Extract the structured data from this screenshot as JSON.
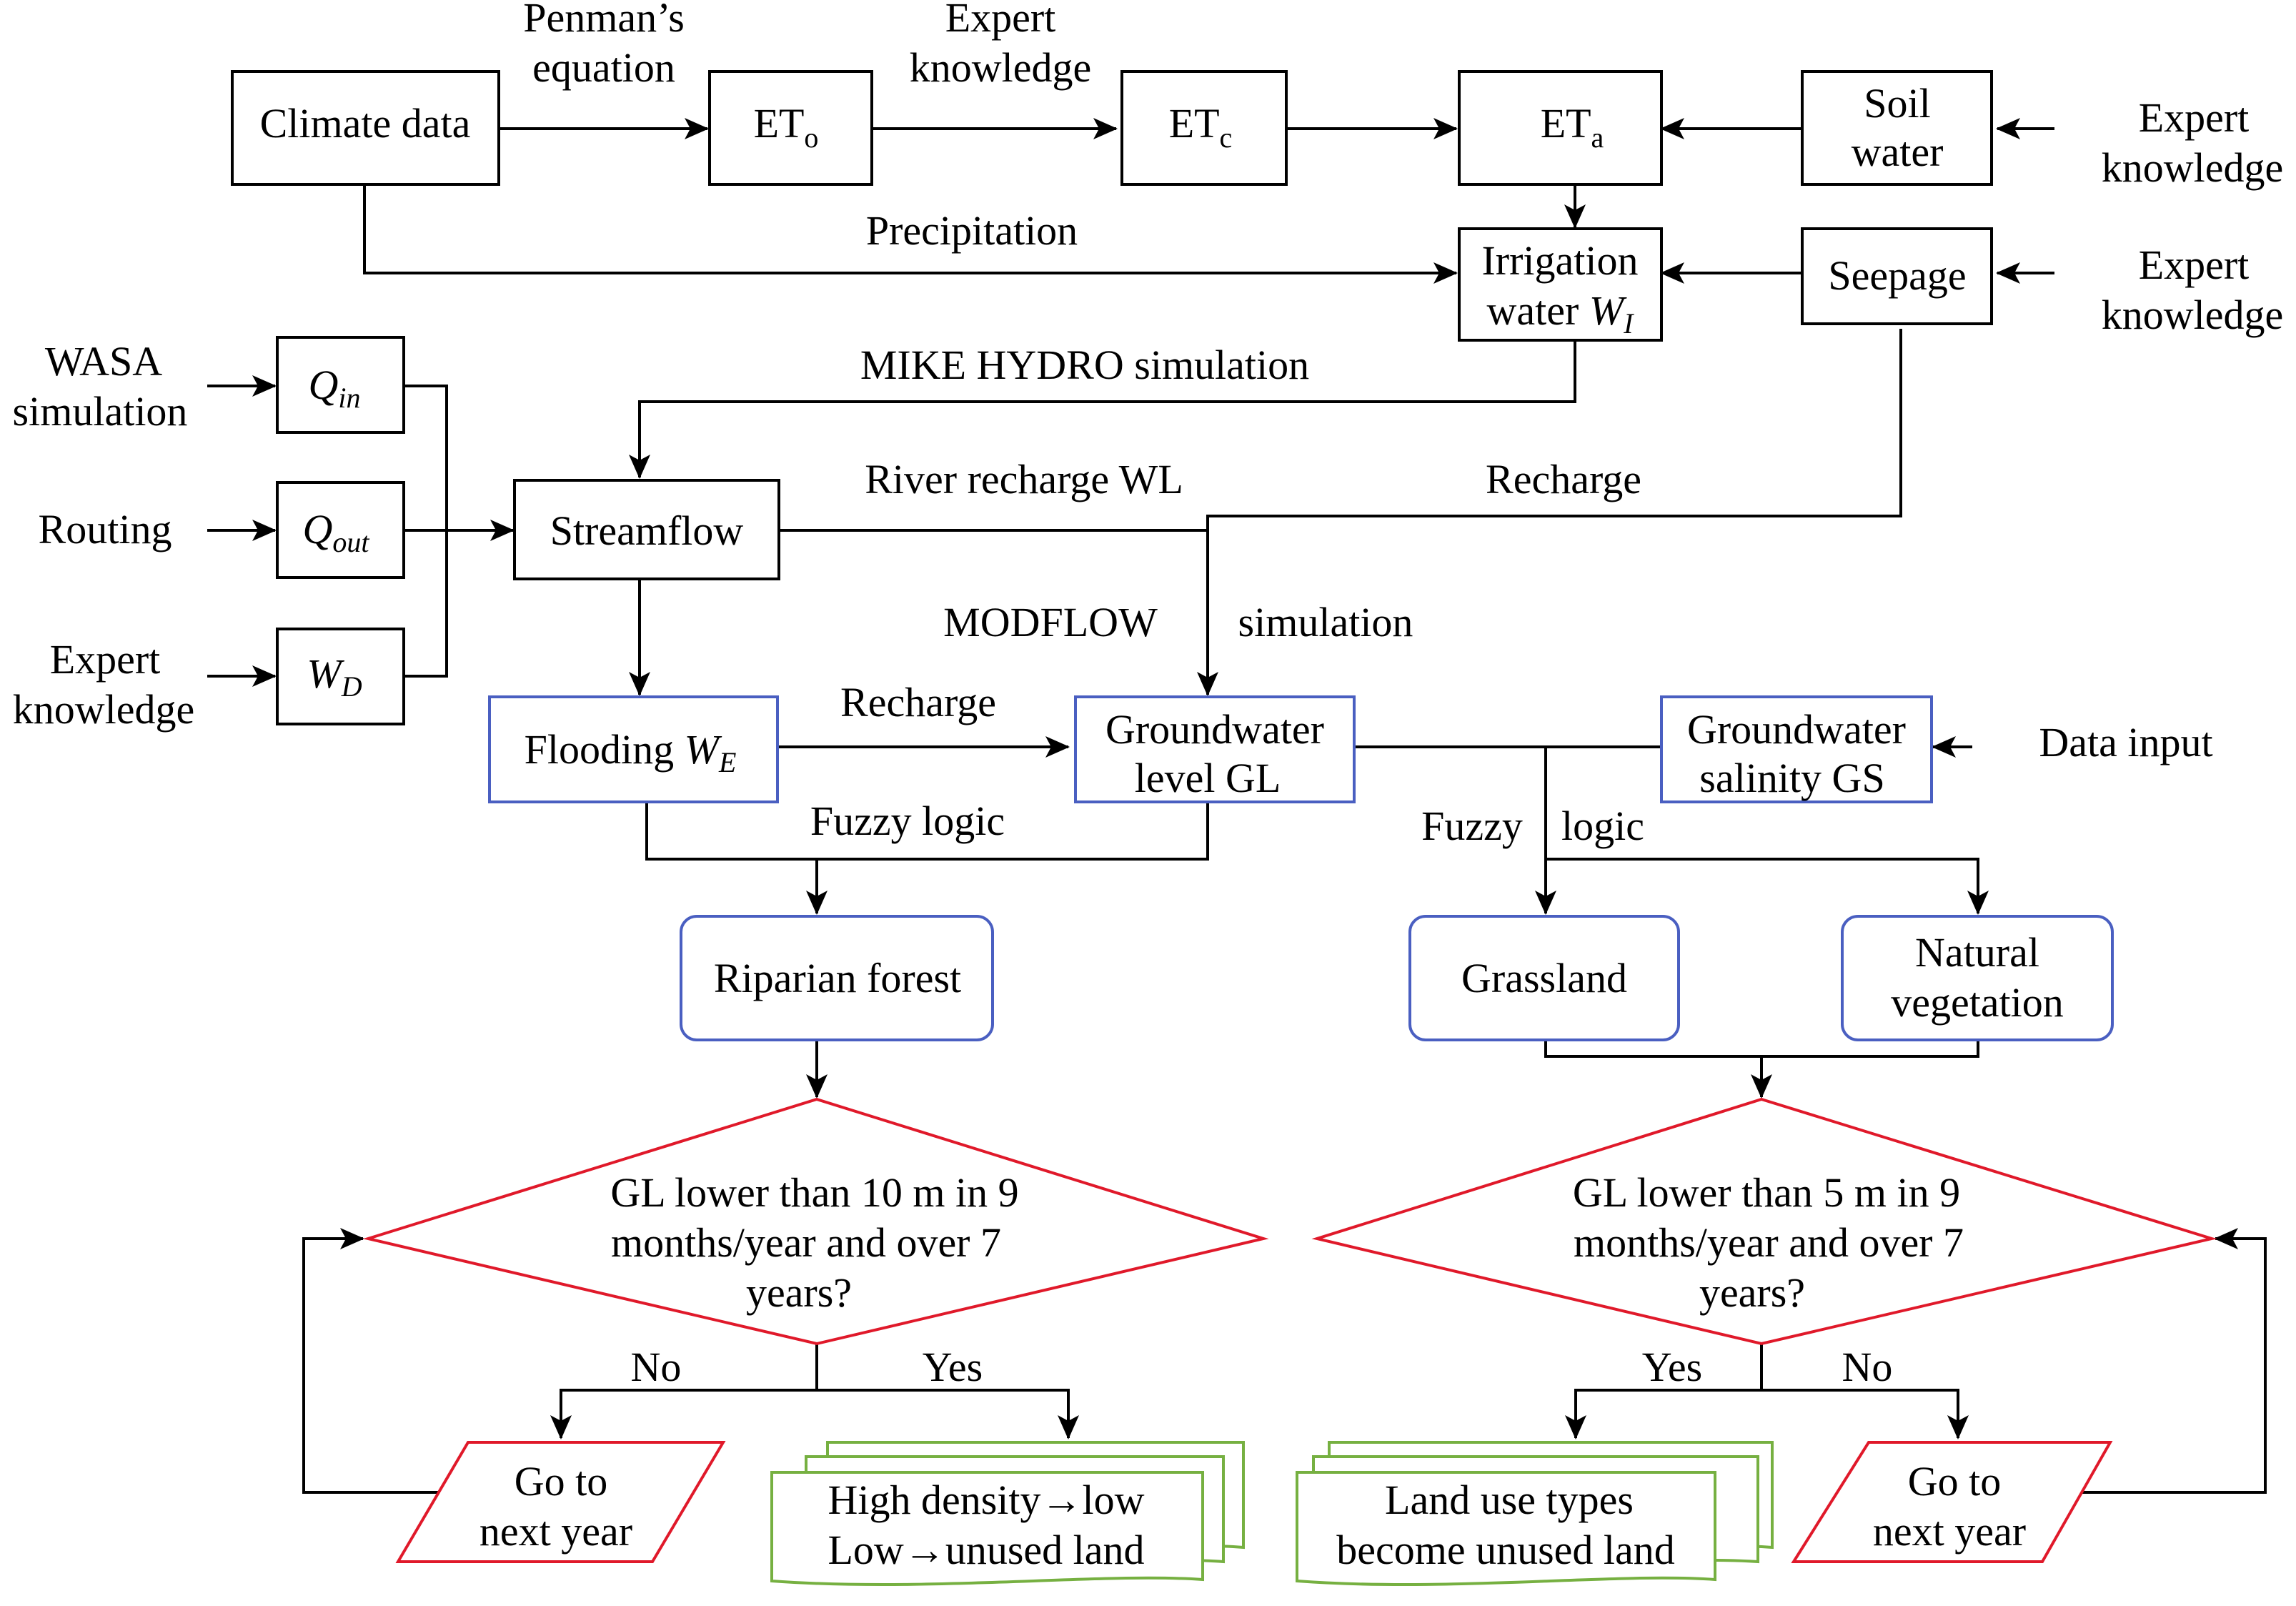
{
  "boxes": {
    "climate_data": "Climate data",
    "et_o": "ET",
    "et_o_sub": "o",
    "et_c": "ET",
    "et_c_sub": "c",
    "et_a": "ET",
    "et_a_sub": "a",
    "soil_water_1": "Soil",
    "soil_water_2": "water",
    "irrigation_1": "Irrigation",
    "irrigation_2": "water ",
    "irrigation_var": "W",
    "irrigation_sub": "I",
    "seepage": "Seepage",
    "q_in": "Q",
    "q_in_sub": "in",
    "q_out": "Q",
    "q_out_sub": "out",
    "w_d": "W",
    "w_d_sub": "D",
    "streamflow": "Streamflow",
    "flooding": "Flooding ",
    "flooding_var": "W",
    "flooding_sub": "E",
    "groundwater_level_1": "Groundwater",
    "groundwater_level_2": "level GL",
    "groundwater_salinity_1": "Groundwater",
    "groundwater_salinity_2": "salinity GS",
    "riparian_forest": "Riparian forest",
    "grassland": "Grassland",
    "natural_veg_1": "Natural",
    "natural_veg_2": "vegetation"
  },
  "decisions": {
    "left": [
      "GL lower than 10 m in 9",
      "months/year and over 7",
      "years?"
    ],
    "right": [
      "GL lower than 5 m in 9",
      "months/year and over 7",
      "years?"
    ]
  },
  "outputs": {
    "left_goto": [
      "Go to",
      "next year"
    ],
    "left_result": [
      "High density→low",
      "Low→unused land"
    ],
    "right_result": [
      "Land use types",
      "become unused land"
    ],
    "right_goto": [
      "Go to",
      "next year"
    ]
  },
  "labels": {
    "penman_1": "Penman’s",
    "penman_2": "equation",
    "expert_top_1": "Expert",
    "expert_top_2": "knowledge",
    "expert_soil_1": "Expert",
    "expert_soil_2": "knowledge",
    "expert_seepage_1": "Expert",
    "expert_seepage_2": "knowledge",
    "precipitation": "Precipitation",
    "wasa_1": "WASA",
    "wasa_2": "simulation",
    "routing": "Routing",
    "expert_wd_1": "Expert",
    "expert_wd_2": "knowledge",
    "mike_hydro": "MIKE HYDRO simulation",
    "river_recharge": "River recharge WL",
    "recharge_top": "Recharge",
    "modflow": "MODFLOW",
    "simulation": "simulation",
    "recharge_mid": "Recharge",
    "data_input": "Data input",
    "fuzzy_left": "Fuzzy logic",
    "fuzzy_right_1": "Fuzzy",
    "fuzzy_right_2": "logic",
    "no_left": "No",
    "yes_left": "Yes",
    "yes_right": "Yes",
    "no_right": "No"
  }
}
